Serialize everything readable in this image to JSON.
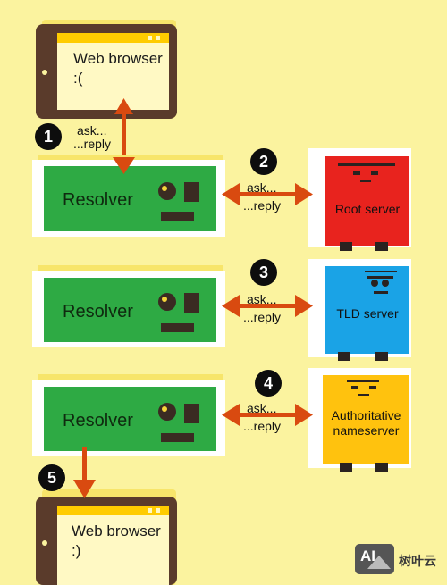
{
  "steps": {
    "s1": {
      "number": "1",
      "ask": "ask...",
      "reply": "...reply"
    },
    "s2": {
      "number": "2",
      "ask": "ask...",
      "reply": "...reply"
    },
    "s3": {
      "number": "3",
      "ask": "ask...",
      "reply": "...reply"
    },
    "s4": {
      "number": "4",
      "ask": "ask...",
      "reply": "...reply"
    },
    "s5": {
      "number": "5"
    }
  },
  "browser_top": {
    "line1": "Web browser",
    "line2": ":("
  },
  "browser_bottom": {
    "line1": "Web browser",
    "line2": ":)"
  },
  "resolver_label": "Resolver",
  "servers": {
    "root": {
      "label": "Root server",
      "color": "#e8231e"
    },
    "tld": {
      "label": "TLD server",
      "color": "#1aa3e6"
    },
    "auth": {
      "line1": "Authoritative",
      "line2": "nameserver",
      "color": "#ffc20e"
    }
  },
  "colors": {
    "background": "#fbf39f",
    "resolver": "#2eaa44",
    "arrow": "#d94a10",
    "device": "#5a3b2b",
    "screen": "#fff9c4"
  },
  "watermark": {
    "logo": "AI",
    "text": "树叶云"
  }
}
